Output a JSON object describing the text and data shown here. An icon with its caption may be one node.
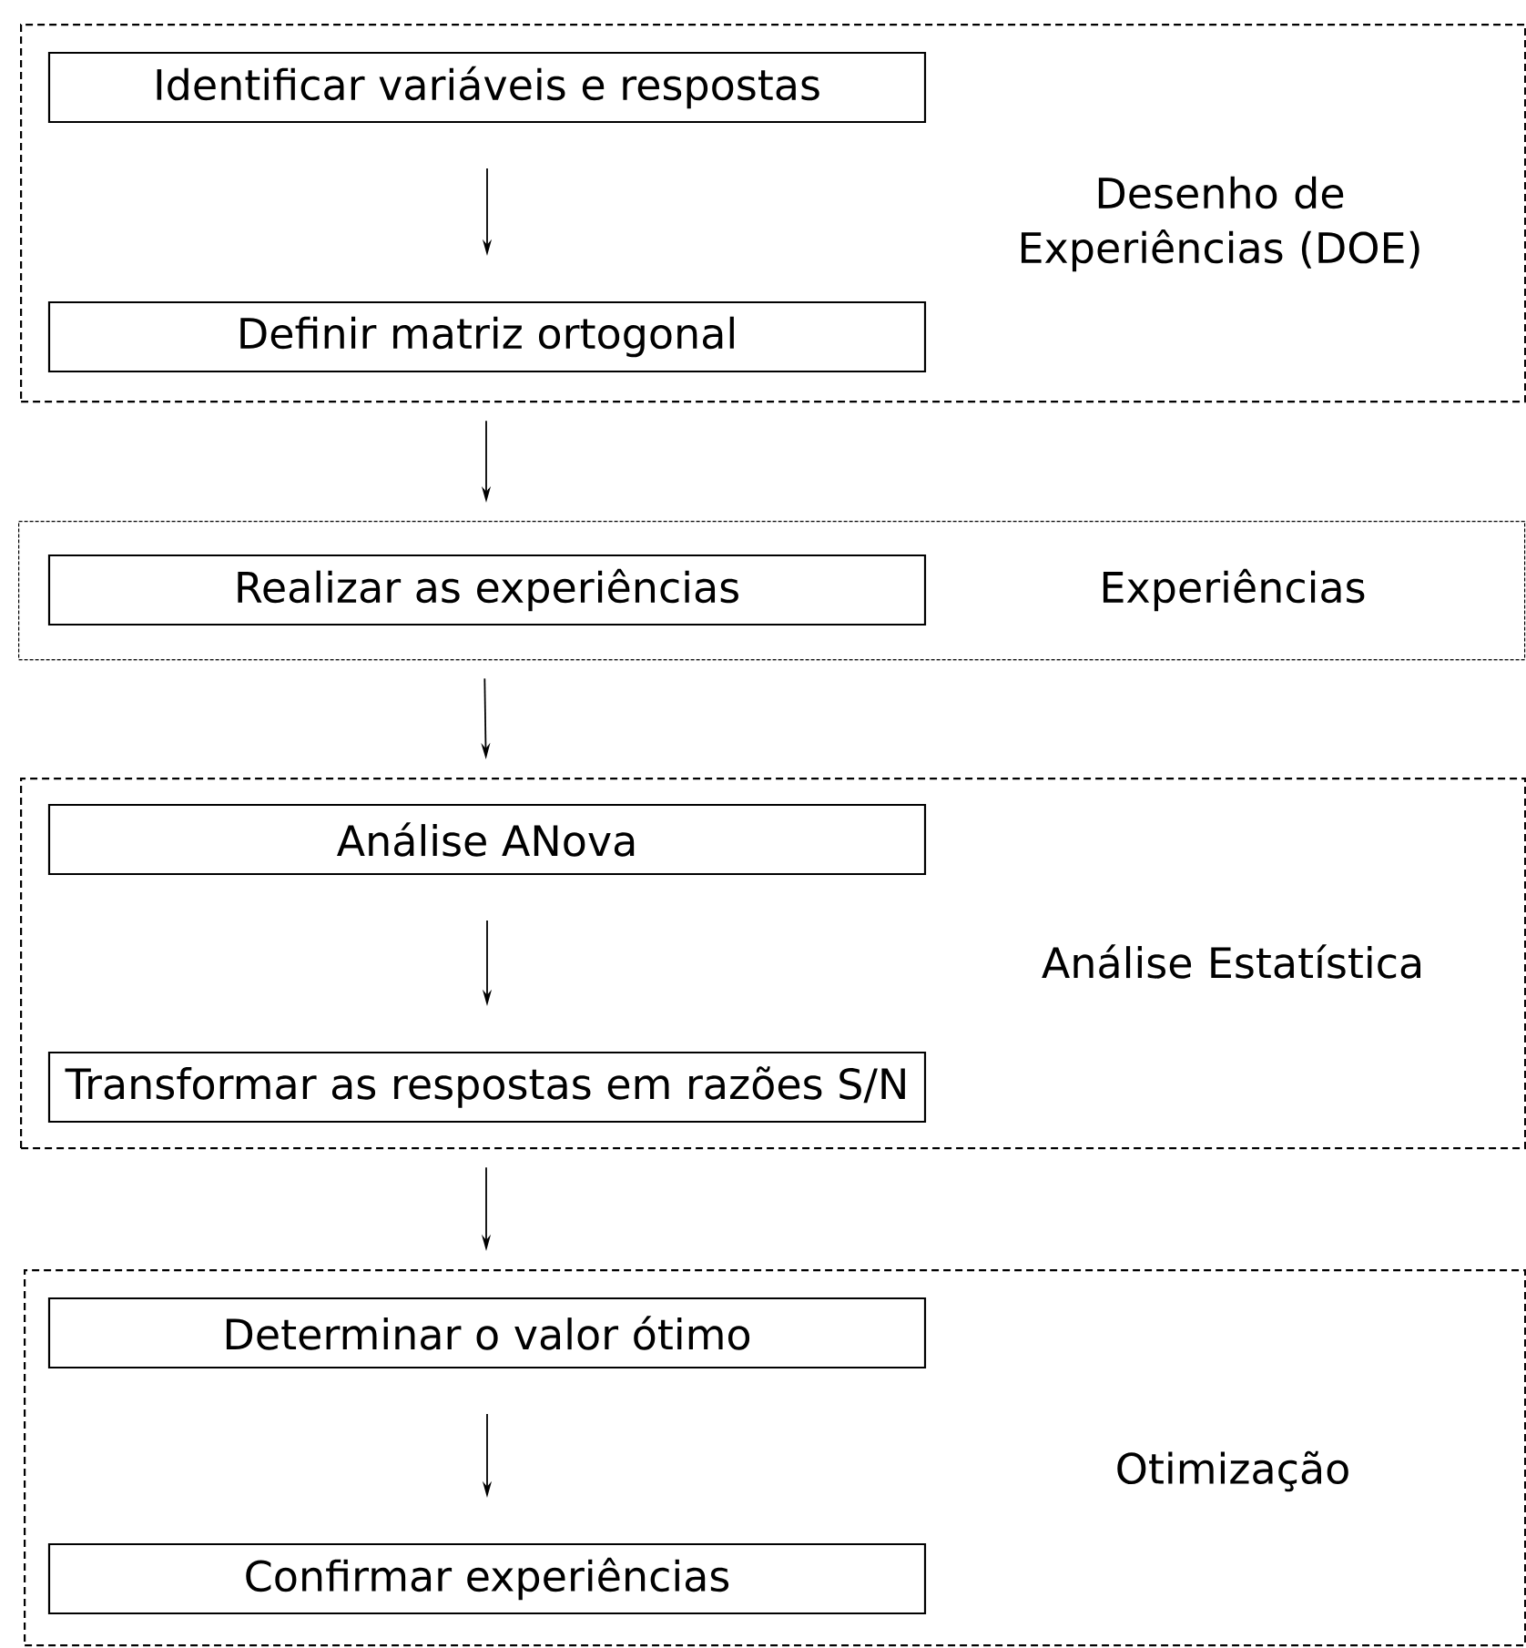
{
  "diagram": {
    "nodes": [
      {
        "text": [
          "Desenho de Experiências (DOE)"
        ]
      },
      {
        "text": [
          "Identificar variáveis e respostas"
        ],
        "in": 0
      },
      {
        "text": [
          "Definir matriz ortogonal"
        ],
        "in": 0
      },
      {
        "text": [
          "Experiências"
        ]
      },
      {
        "text": [
          "Realizar as experiências"
        ],
        "in": 3
      },
      {
        "text": [
          "Análise Estatística"
        ]
      },
      {
        "text": [
          "Análise ANova"
        ],
        "in": 5
      },
      {
        "text": [
          "Transformar as respostas em razões S/N"
        ],
        "in": 5
      },
      {
        "text": [
          "Otimização"
        ]
      },
      {
        "text": [
          "Determinar o valor ótimo"
        ],
        "in": 8
      },
      {
        "text": [
          "Confirmar experiências"
        ],
        "in": 8
      }
    ],
    "edges": [
      {
        "from": 1,
        "to": 2,
        "arrow": "to"
      },
      {
        "from": 0,
        "to": 3,
        "arrow": "to"
      },
      {
        "from": 3,
        "to": 5,
        "arrow": "to"
      },
      {
        "from": 6,
        "to": 7,
        "arrow": "to"
      },
      {
        "from": 5,
        "to": 8,
        "arrow": "to"
      },
      {
        "from": 9,
        "to": 10,
        "arrow": "to"
      }
    ]
  }
}
